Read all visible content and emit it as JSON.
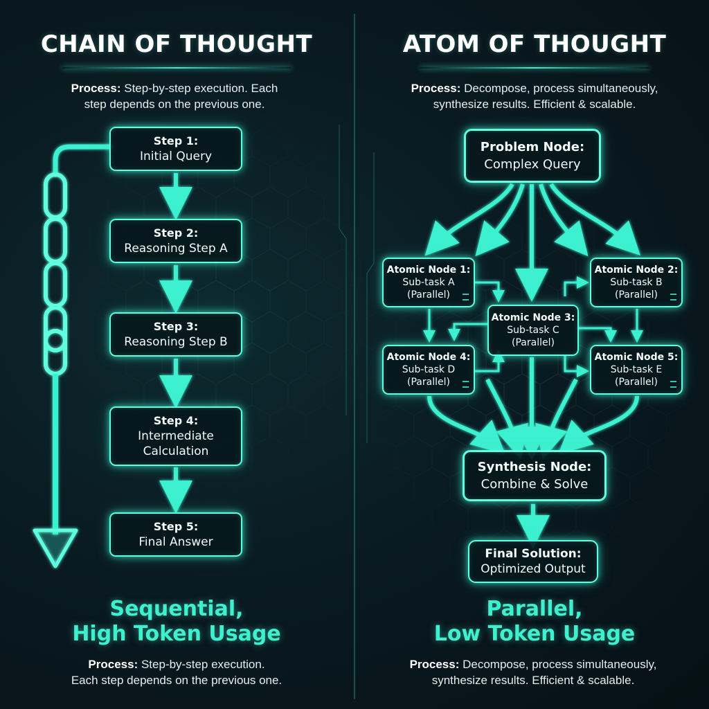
{
  "colors": {
    "accent": "#3df0d0",
    "background": "#0a1b22",
    "text": "#ffffff"
  },
  "left": {
    "title": "CHAIN OF THOUGHT",
    "process_label": "Process:",
    "process_line1": "Step-by-step execution. Each",
    "process_line2": "step depends on the previous one.",
    "steps": [
      {
        "title": "Step 1:",
        "body": [
          "Initial Query"
        ]
      },
      {
        "title": "Step 2:",
        "body": [
          "Reasoning Step A"
        ]
      },
      {
        "title": "Step 3:",
        "body": [
          "Reasoning Step B"
        ]
      },
      {
        "title": "Step 4:",
        "body": [
          "Intermediate",
          "Calculation"
        ]
      },
      {
        "title": "Step 5:",
        "body": [
          "Final Answer"
        ]
      }
    ],
    "headline_line1": "Sequential,",
    "headline_line2": "High Token Usage",
    "footer_label": "Process:",
    "footer_line1": "Step-by-step execution.",
    "footer_line2": "Each step depends on the previous one.",
    "chain_icon": "chain-link-icon"
  },
  "right": {
    "title": "ATOM OF THOUGHT",
    "process_label": "Process:",
    "process_line1": "Decompose, process simultaneously,",
    "process_line2": "synthesize results. Efficient & scalable.",
    "problem": {
      "title": "Problem Node:",
      "body": "Complex Query"
    },
    "atomic": [
      {
        "title": "Atomic Node 1:",
        "line1": "Sub-task A",
        "line2": "(Parallel)"
      },
      {
        "title": "Atomic Node 2:",
        "line1": "Sub-task B",
        "line2": "(Parallel)"
      },
      {
        "title": "Atomic Node 3:",
        "line1": "Sub-task C",
        "line2": "(Parallel)"
      },
      {
        "title": "Atomic Node 4:",
        "line1": "Sub-task D",
        "line2": "(Parallel)"
      },
      {
        "title": "Atomic Node 5:",
        "line1": "Sub-task E",
        "line2": "(Parallel)"
      }
    ],
    "synthesis": {
      "title": "Synthesis Node:",
      "body": "Combine & Solve"
    },
    "final": {
      "title": "Final Solution:",
      "body": "Optimized Output"
    },
    "headline_line1": "Parallel,",
    "headline_line2": "Low Token Usage",
    "footer_label": "Process:",
    "footer_line1": "Decompose, process simultaneously,",
    "footer_line2": "synthesize results. Efficient & scalable."
  }
}
